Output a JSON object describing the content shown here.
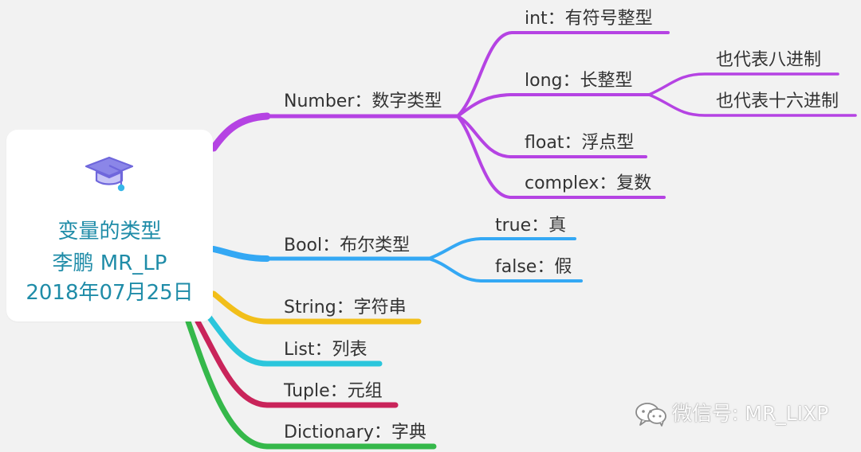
{
  "colors": {
    "background": "#f2f2f2",
    "root_text": "#1f8ca8",
    "node_text": "#333333",
    "number_branch": "#b543e3",
    "bool_branch": "#34a8f4",
    "string_branch": "#f2bf1a",
    "list_branch": "#2bc6dc",
    "tuple_branch": "#c9245a",
    "dictionary_branch": "#35b84a"
  },
  "root": {
    "icon": "graduation-cap-icon",
    "lines": [
      "变量的类型",
      "李鹏 MR_LP",
      "2018年07月25日"
    ]
  },
  "branches": {
    "number": {
      "label": "Number：数字类型",
      "children": {
        "int": "int：有符号整型",
        "long": "long：长整型",
        "long_children": [
          "也代表八进制",
          "也代表十六进制"
        ],
        "float": "float：浮点型",
        "complex": "complex：复数"
      }
    },
    "bool": {
      "label": "Bool：布尔类型",
      "children": [
        "true：真",
        "false：假"
      ]
    },
    "string": {
      "label": "String：字符串"
    },
    "list": {
      "label": "List：列表"
    },
    "tuple": {
      "label": "Tuple：元组"
    },
    "dictionary": {
      "label": "Dictionary：字典"
    }
  },
  "watermark": {
    "icon": "wechat-icon",
    "text": "微信号: MR_LIXP"
  }
}
